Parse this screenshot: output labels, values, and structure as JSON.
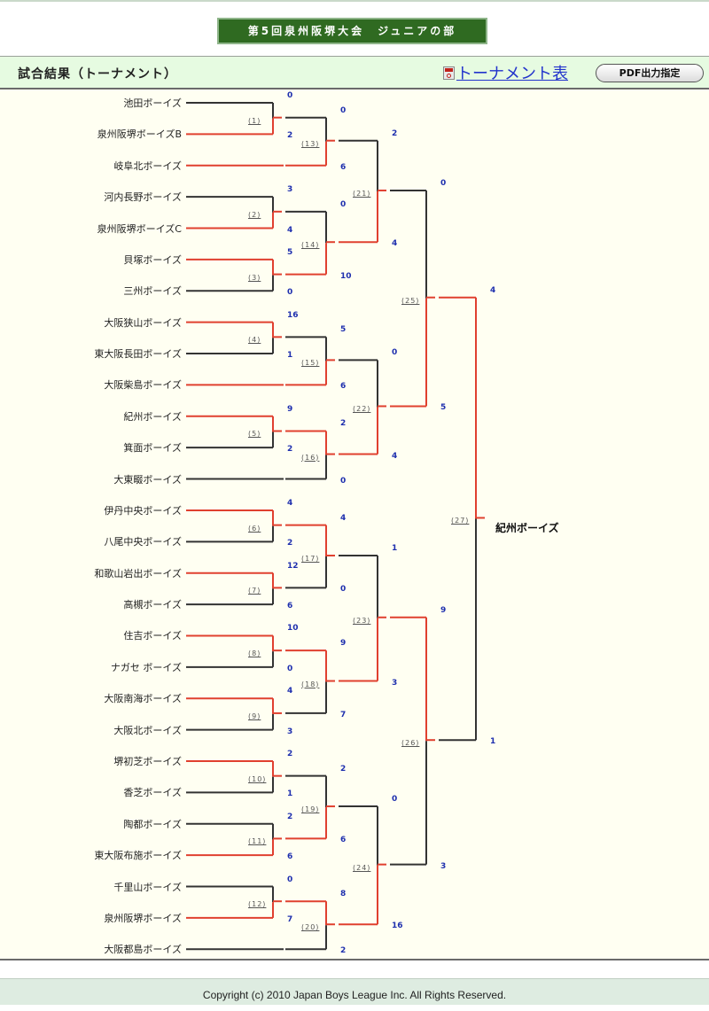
{
  "header": {
    "tournament_title": "第5回泉州阪堺大会　ジュニアの部"
  },
  "subheader": {
    "section_title": "試合結果（トーナメント）",
    "pdf_icon": "pdf-file-icon",
    "pdf_link_label": "トーナメント表",
    "pdf_button_label": "PDF出力指定"
  },
  "colors": {
    "winner_line": "#e0402f",
    "loser_line": "#333333",
    "score_text": "#1e2fae",
    "banner_bg": "#2f6a21",
    "subheader_bg": "#e6fbe1",
    "bracket_bg": "#fffff2"
  },
  "teams": [
    "池田ボーイズ",
    "泉州阪堺ボーイズB",
    "岐阜北ボーイズ",
    "河内長野ボーイズ",
    "泉州阪堺ボーイズC",
    "貝塚ボーイズ",
    "三州ボーイズ",
    "大阪狭山ボーイズ",
    "東大阪長田ボーイズ",
    "大阪柴島ボーイズ",
    "紀州ボーイズ",
    "箕面ボーイズ",
    "大東畷ボーイズ",
    "伊丹中央ボーイズ",
    "八尾中央ボーイズ",
    "和歌山岩出ボーイズ",
    "高槻ボーイズ",
    "住吉ボーイズ",
    "ナガセ ボーイズ",
    "大阪南海ボーイズ",
    "大阪北ボーイズ",
    "堺初芝ボーイズ",
    "香芝ボーイズ",
    "陶都ボーイズ",
    "東大阪布施ボーイズ",
    "千里山ボーイズ",
    "泉州阪堺ボーイズ",
    "大阪都島ボーイズ"
  ],
  "matches": [
    {
      "no": "(1)",
      "label": "(1)",
      "top": "池田ボーイズ",
      "bottom": "泉州阪堺ボーイズB",
      "top_score": "0",
      "bottom_score": "2",
      "winner": "bottom"
    },
    {
      "no": "(2)",
      "label": "(2)",
      "top": "河内長野ボーイズ",
      "bottom": "泉州阪堺ボーイズC",
      "top_score": "3",
      "bottom_score": "4",
      "winner": "bottom"
    },
    {
      "no": "(3)",
      "label": "(3)",
      "top": "貝塚ボーイズ",
      "bottom": "三州ボーイズ",
      "top_score": "5",
      "bottom_score": "0",
      "winner": "top"
    },
    {
      "no": "(4)",
      "label": "(4)",
      "top": "大阪狭山ボーイズ",
      "bottom": "東大阪長田ボーイズ",
      "top_score": "16",
      "bottom_score": "1",
      "winner": "top"
    },
    {
      "no": "(5)",
      "label": "(5)",
      "top": "紀州ボーイズ",
      "bottom": "箕面ボーイズ",
      "top_score": "9",
      "bottom_score": "2",
      "winner": "top"
    },
    {
      "no": "(6)",
      "label": "(6)",
      "top": "伊丹中央ボーイズ",
      "bottom": "八尾中央ボーイズ",
      "top_score": "4",
      "bottom_score": "2",
      "winner": "top"
    },
    {
      "no": "(7)",
      "label": "(7)",
      "top": "和歌山岩出ボーイズ",
      "bottom": "高槻ボーイズ",
      "top_score": "12",
      "bottom_score": "6",
      "winner": "top"
    },
    {
      "no": "(8)",
      "label": "(8)",
      "top": "住吉ボーイズ",
      "bottom": "ナガセ ボーイズ",
      "top_score": "10",
      "bottom_score": "0",
      "winner": "top"
    },
    {
      "no": "(9)",
      "label": "(9)",
      "top": "大阪南海ボーイズ",
      "bottom": "大阪北ボーイズ",
      "top_score": "4",
      "bottom_score": "3",
      "winner": "top"
    },
    {
      "no": "(10)",
      "label": "(10)",
      "top": "堺初芝ボーイズ",
      "bottom": "香芝ボーイズ",
      "top_score": "2",
      "bottom_score": "1",
      "winner": "top"
    },
    {
      "no": "(11)",
      "label": "(11)",
      "top": "陶都ボーイズ",
      "bottom": "東大阪布施ボーイズ",
      "top_score": "2",
      "bottom_score": "6",
      "winner": "bottom"
    },
    {
      "no": "(12)",
      "label": "(12)",
      "top": "千里山ボーイズ",
      "bottom": "泉州阪堺ボーイズ",
      "top_score": "0",
      "bottom_score": "7",
      "winner": "bottom"
    },
    {
      "no": "(13)",
      "label": "(13)",
      "top": "(1)勝者",
      "bottom": "岐阜北ボーイズ",
      "top_score": "0",
      "bottom_score": "6",
      "winner": "bottom"
    },
    {
      "no": "(14)",
      "label": "(14)",
      "top": "(2)勝者",
      "bottom": "(3)勝者",
      "top_score": "0",
      "bottom_score": "10",
      "winner": "bottom"
    },
    {
      "no": "(15)",
      "label": "(15)",
      "top": "(4)勝者",
      "bottom": "大阪柴島ボーイズ",
      "top_score": "5",
      "bottom_score": "6",
      "winner": "bottom"
    },
    {
      "no": "(16)",
      "label": "(16)",
      "top": "(5)勝者",
      "bottom": "大東畷ボーイズ",
      "top_score": "2",
      "bottom_score": "0",
      "winner": "top"
    },
    {
      "no": "(17)",
      "label": "(17)",
      "top": "(6)勝者",
      "bottom": "(7)勝者",
      "top_score": "4",
      "bottom_score": "0",
      "winner": "top"
    },
    {
      "no": "(18)",
      "label": "(18)",
      "top": "(8)勝者",
      "bottom": "(9)勝者",
      "top_score": "9",
      "bottom_score": "7",
      "winner": "top"
    },
    {
      "no": "(19)",
      "label": "(19)",
      "top": "(10)勝者",
      "bottom": "(11)勝者",
      "top_score": "2",
      "bottom_score": "6",
      "winner": "bottom"
    },
    {
      "no": "(20)",
      "label": "(20)",
      "top": "(12)勝者",
      "bottom": "大阪都島ボーイズ",
      "top_score": "8",
      "bottom_score": "2",
      "winner": "top"
    },
    {
      "no": "(21)",
      "label": "(21)",
      "top": "(13)勝者",
      "bottom": "(14)勝者",
      "top_score": "2",
      "bottom_score": "4",
      "winner": "bottom"
    },
    {
      "no": "(22)",
      "label": "(22)",
      "top": "(15)勝者",
      "bottom": "(16)勝者",
      "top_score": "0",
      "bottom_score": "4",
      "winner": "bottom"
    },
    {
      "no": "(23)",
      "label": "(23)",
      "top": "(17)勝者",
      "bottom": "(18)勝者",
      "top_score": "1",
      "bottom_score": "3",
      "winner": "bottom"
    },
    {
      "no": "(24)",
      "label": "(24)",
      "top": "(19)勝者",
      "bottom": "(20)勝者",
      "top_score": "0",
      "bottom_score": "16",
      "winner": "bottom"
    },
    {
      "no": "(25)",
      "label": "(25)",
      "top": "(21)勝者",
      "bottom": "(22)勝者",
      "top_score": "0",
      "bottom_score": "5",
      "winner": "bottom"
    },
    {
      "no": "(26)",
      "label": "(26)",
      "top": "(23)勝者",
      "bottom": "(24)勝者",
      "top_score": "9",
      "bottom_score": "3",
      "winner": "top"
    },
    {
      "no": "(27)",
      "label": "(27)",
      "top": "(25)勝者",
      "bottom": "(26)勝者",
      "top_score": "4",
      "bottom_score": "1",
      "winner": "top"
    }
  ],
  "champion": "紀州ボーイズ",
  "footer": {
    "copyright": "Copyright (c) 2010 Japan Boys League Inc. All Rights Reserved."
  }
}
